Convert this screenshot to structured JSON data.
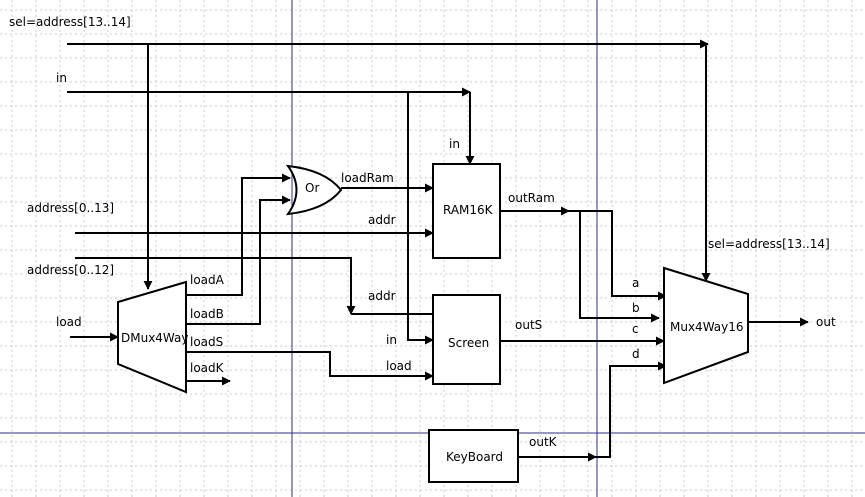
{
  "colors": {
    "grid": "#c8cbd6",
    "axis": "#2e2f8f",
    "wire": "#000000",
    "background": "#ffffff"
  },
  "labels": {
    "sel_top": "sel=address[13..14]",
    "in_top": "in",
    "address_0_13": "address[0..13]",
    "address_0_12": "address[0..12]",
    "load": "load",
    "load_a": "loadA",
    "load_b": "loadB",
    "load_s": "loadS",
    "load_k": "loadK",
    "load_ram": "loadRam",
    "addr_ram": "addr",
    "addr_screen": "addr",
    "in_ram": "in",
    "in_screen": "in",
    "load_screen": "load",
    "out_ram": "outRam",
    "out_s": "outS",
    "out_k": "outK",
    "sel_mux": "sel=address[13..14]",
    "mux_a": "a",
    "mux_b": "b",
    "mux_c": "c",
    "mux_d": "d",
    "out": "out"
  },
  "components": {
    "dmux": "DMux4Way",
    "or_gate": "Or",
    "ram16k": "RAM16K",
    "screen": "Screen",
    "keyboard": "KeyBoard",
    "mux": "Mux4Way16"
  }
}
